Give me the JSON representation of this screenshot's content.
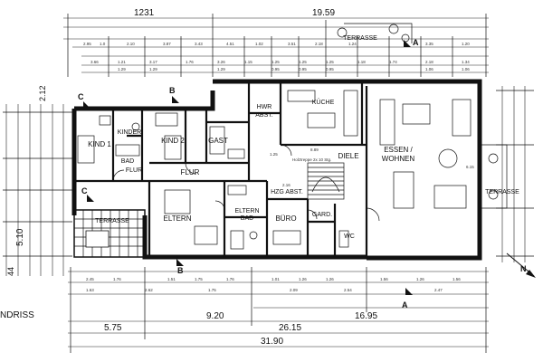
{
  "rooms": {
    "hwr": "HWR",
    "abst_1": "ABST.",
    "kueche": "KÜCHE",
    "kinder": "KINDER",
    "kind1": "KIND 1",
    "kind2": "KIND 2",
    "gast": "GAST",
    "bad": "BAD",
    "flur_1": "FLUR",
    "flur_2": "FLUR",
    "diele": "DIELE",
    "essen": "ESSEN /",
    "wohnen": "WOHNEN",
    "terrasse_left": "TERRASSE",
    "terrasse_right": "TERRASSE",
    "terrasse_top": "TERRASSE",
    "eltern": "ELTERN",
    "eltern_bad_1": "ELTERN",
    "eltern_bad_2": "BAD",
    "hzg_abst": "HZG ABST.",
    "buero": "BÜRO",
    "gard": "GARD.",
    "wc": "WC",
    "holztreppe": "Holztreppe 2x 10 Stg."
  },
  "dimensions": {
    "top_left": "1231",
    "top_right": "19.59",
    "left_upper": "2.12",
    "left_lower": "5.10",
    "left_bottom": "44",
    "side_small": "6.15",
    "area_diele": "8.89",
    "stair_a": "1.25",
    "stair_b": "2.16",
    "bottom_1": "9.20",
    "bottom_2": "16.95",
    "bottom_3": "5.75",
    "bottom_4": "26.15",
    "bottom_total": "31.90"
  },
  "section_marks": {
    "a": "A",
    "b": "B",
    "c": "C"
  },
  "north": "N",
  "drawing_title_partial": "NDRISS"
}
